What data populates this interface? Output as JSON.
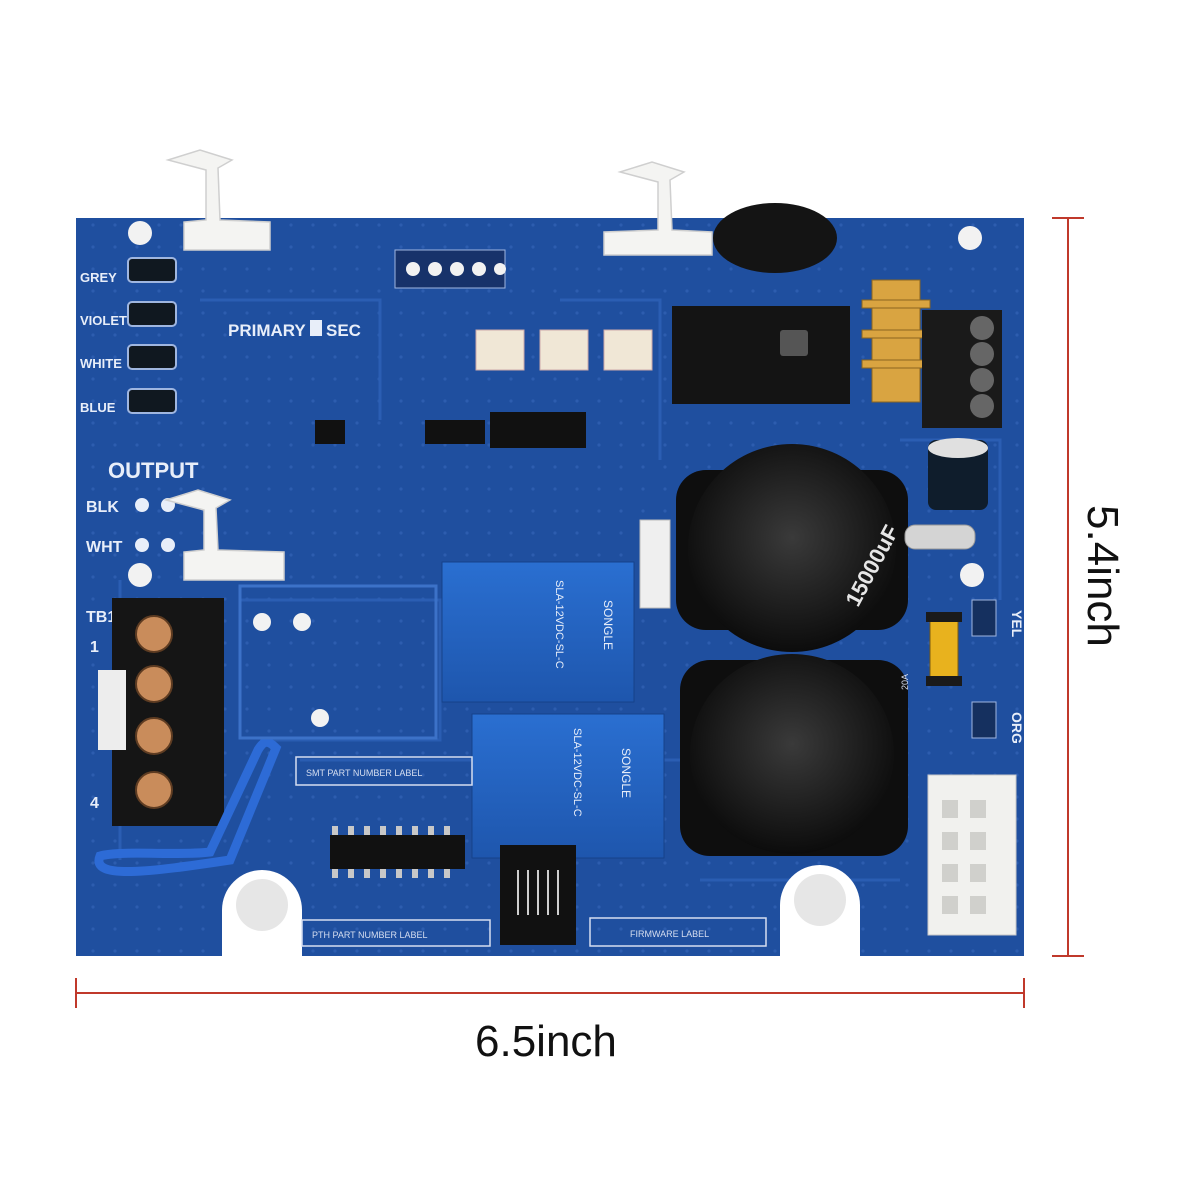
{
  "dimensions": {
    "width_label": "6.5inch",
    "height_label": "5.4inch",
    "line_color": "#c0392b"
  },
  "board": {
    "pcb_color": "#1f4f9f",
    "wire_jumpers": [
      "GREY",
      "VIOLET",
      "WHITE",
      "BLUE"
    ],
    "primary_label": "PRIMARY",
    "sec_label": "SEC",
    "output_label": "OUTPUT",
    "output_wires": [
      "BLK",
      "WHT"
    ],
    "terminal_block": {
      "label": "TB1",
      "pin_first": "1",
      "pin_last": "4"
    },
    "capacitor_rating": "15000uF",
    "fuse_rating": "20A",
    "right_connectors": [
      "YEL",
      "ORG"
    ],
    "label_areas": {
      "smt": "SMT PART NUMBER LABEL",
      "pth": "PTH PART NUMBER LABEL",
      "firmware": "FIRMWARE LABEL"
    },
    "relay_brand": "SONGLE",
    "relay_model": "SLA-12VDC-SL-C"
  }
}
